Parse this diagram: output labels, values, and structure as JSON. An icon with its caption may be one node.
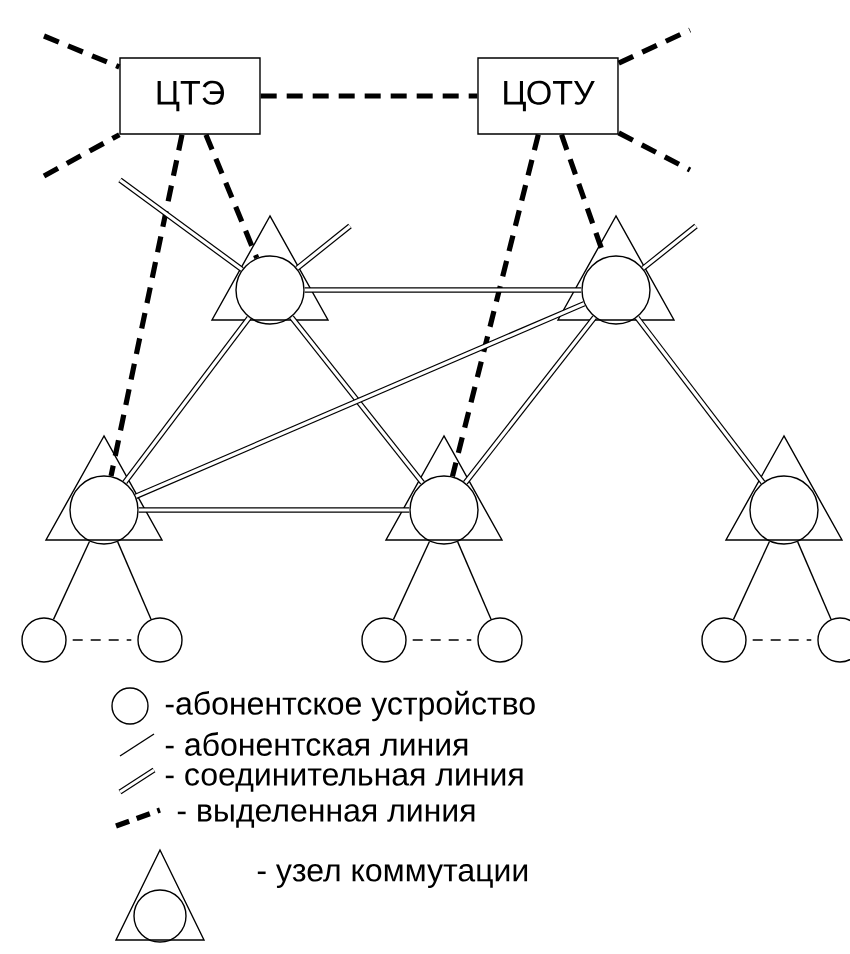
{
  "diagram": {
    "nodes": [
      {
        "text": [
          "ЦТЭ"
        ]
      },
      {
        "text": [
          "ЦОТУ"
        ]
      },
      {
        "text": [],
        "shape": "triangle"
      },
      {
        "text": [],
        "shape": "triangle"
      },
      {
        "text": [],
        "shape": "triangle"
      },
      {
        "text": [],
        "shape": "triangle"
      },
      {
        "text": [],
        "shape": "triangle"
      },
      {
        "text": [],
        "shape": "circle"
      },
      {
        "text": [],
        "shape": "circle"
      },
      {
        "text": [],
        "shape": "circle"
      },
      {
        "text": [],
        "shape": "circle"
      },
      {
        "text": [],
        "shape": "circle"
      },
      {
        "text": [],
        "shape": "circle"
      }
    ],
    "edges": [
      {
        "from": 0,
        "to": 1,
        "arrow": "none",
        "style": "dashed"
      },
      {
        "from": null,
        "to": 0,
        "arrow": "none",
        "style": "dashed"
      },
      {
        "from": null,
        "to": 0,
        "arrow": "none",
        "style": "dashed"
      },
      {
        "from": 1,
        "to": null,
        "arrow": "none",
        "style": "dashed"
      },
      {
        "from": 1,
        "to": null,
        "arrow": "none",
        "style": "dashed"
      },
      {
        "from": 0,
        "to": 2,
        "arrow": "none",
        "style": "dashed"
      },
      {
        "from": 0,
        "to": 4,
        "arrow": "none",
        "style": "dashed"
      },
      {
        "from": 1,
        "to": 3,
        "arrow": "none",
        "style": "dashed"
      },
      {
        "from": 1,
        "to": 5,
        "arrow": "none",
        "style": "dashed"
      },
      {
        "from": null,
        "to": 2,
        "arrow": "none"
      },
      {
        "from": 2,
        "to": null,
        "arrow": "none"
      },
      {
        "from": 3,
        "to": null,
        "arrow": "none"
      },
      {
        "from": 2,
        "to": 3,
        "arrow": "none"
      },
      {
        "from": 2,
        "to": 4,
        "arrow": "none"
      },
      {
        "from": 2,
        "to": 5,
        "arrow": "none"
      },
      {
        "from": 3,
        "to": 4,
        "arrow": "none"
      },
      {
        "from": 3,
        "to": 5,
        "arrow": "none"
      },
      {
        "from": 3,
        "to": 6,
        "arrow": "none"
      },
      {
        "from": 4,
        "to": 5,
        "arrow": "none"
      },
      {
        "from": 4,
        "to": 7,
        "arrow": "none"
      },
      {
        "from": 4,
        "to": 8,
        "arrow": "none"
      },
      {
        "from": 5,
        "to": 9,
        "arrow": "none"
      },
      {
        "from": 5,
        "to": 10,
        "arrow": "none"
      },
      {
        "from": 6,
        "to": 11,
        "arrow": "none"
      },
      {
        "from": 6,
        "to": 12,
        "arrow": "none"
      }
    ],
    "legend": [
      {
        "text": "-абонентское устройство"
      },
      {
        "text": "- абонентская линия"
      },
      {
        "text": "- соединительная линия"
      },
      {
        "text": "- выделенная линия"
      },
      {
        "text": "- узел коммутации"
      }
    ]
  }
}
